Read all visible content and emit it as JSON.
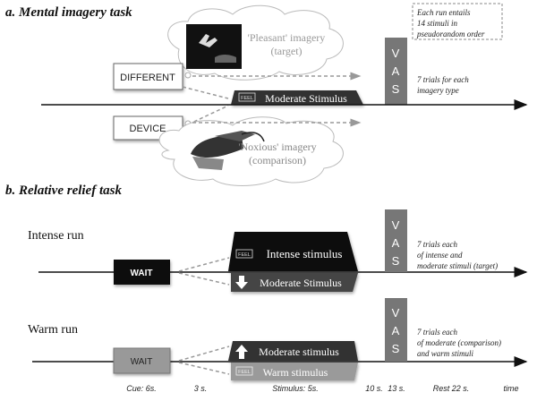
{
  "panel_a": {
    "title": "a. Mental imagery task",
    "note_box": [
      "Each run entails",
      "14 stimuli in",
      "pseudorandom order"
    ],
    "cue_different": "DIFFERENT",
    "cue_device": "DEVICE",
    "pleasant_cloud": [
      "'Pleasant' imagery",
      "(target)"
    ],
    "noxious_cloud": [
      "'Noxious' imagery",
      "(comparison)"
    ],
    "stimulus": {
      "feel": "FEEL",
      "label": "Moderate Stimulus"
    },
    "vas": [
      "V",
      "A",
      "S"
    ],
    "trials_note": [
      "7 trials for each",
      "imagery type"
    ]
  },
  "panel_b": {
    "title": "b. Relative relief task",
    "intense_run": {
      "label": "Intense run",
      "wait": "WAIT",
      "top_stimulus": {
        "feel": "FEEL",
        "label": "Intense stimulus"
      },
      "bottom_stimulus": {
        "icon": "arrow-down",
        "label": "Moderate Stimulus"
      },
      "vas": [
        "V",
        "A",
        "S"
      ],
      "trials_note": [
        "7 trials each",
        "of intense and",
        "moderate stimuli (target)"
      ]
    },
    "warm_run": {
      "label": "Warm run",
      "wait": "WAIT",
      "top_stimulus": {
        "icon": "arrow-up",
        "label": "Moderate stimulus"
      },
      "bottom_stimulus": {
        "feel": "FEEL",
        "label": "Warm stimulus"
      },
      "vas": [
        "V",
        "A",
        "S"
      ],
      "trials_note": [
        "7 trials each",
        "of moderate (comparison)",
        "and warm stimuli"
      ]
    },
    "timeline": {
      "cue": "Cue: 6s.",
      "t3": "3 s.",
      "stimulus": "Stimulus: 5s.",
      "t10": "10 s.",
      "t13": "13 s.",
      "rest": "Rest 22 s.",
      "axis": "time"
    }
  },
  "colors": {
    "dark": "#1a1a1a",
    "dark_shape": "#3a3a3a",
    "vas_gray": "#7a7a7a",
    "warm_gray": "#9a9a9a",
    "cloud_text": "#9a9a9a"
  }
}
